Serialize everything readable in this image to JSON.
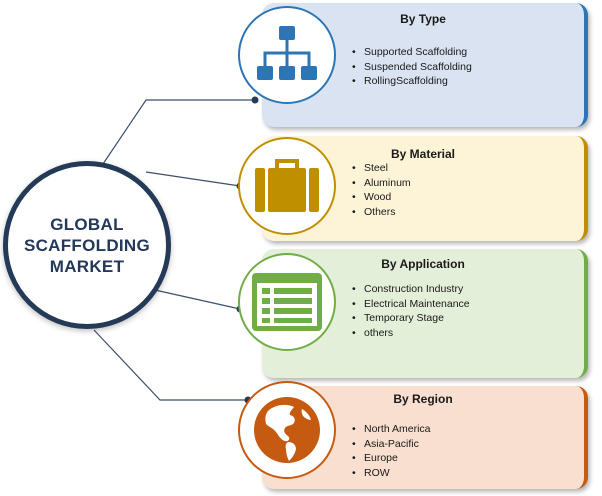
{
  "hub": {
    "lines": [
      "GLOBAL",
      "SCAFFOLDING",
      "MARKET"
    ]
  },
  "segments": [
    {
      "title": "By Type",
      "icon": "hierarchy-icon",
      "color": "#2e75b6",
      "bg": "#d9e3f1",
      "items": [
        "Supported Scaffolding",
        "Suspended Scaffolding",
        "RollingScaffolding"
      ]
    },
    {
      "title": "By Material",
      "icon": "briefcase-icon",
      "color": "#bf8f00",
      "bg": "#fdf3d7",
      "items": [
        "Steel",
        "Aluminum",
        "Wood",
        "Others"
      ]
    },
    {
      "title": "By Application",
      "icon": "form-list-icon",
      "color": "#70ad47",
      "bg": "#e4efd9",
      "items": [
        "Construction Industry",
        "Electrical Maintenance",
        "Temporary Stage",
        "others"
      ]
    },
    {
      "title": "By Region",
      "icon": "globe-americas-icon",
      "color": "#c55a11",
      "bg": "#f9dfd0",
      "items": [
        "North America",
        "Asia-Pacific",
        "Europe",
        "ROW"
      ]
    }
  ],
  "bullet_char": "•"
}
